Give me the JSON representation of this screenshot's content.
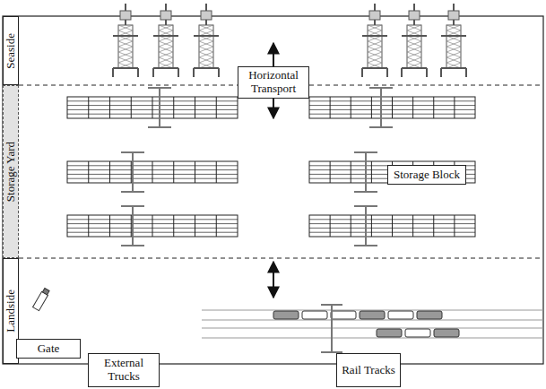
{
  "diagram": {
    "nodes": [
      {
        "text": [
          "Seaside"
        ]
      },
      {
        "text": [
          "Storage Yard"
        ]
      },
      {
        "text": [
          "Landside"
        ]
      },
      {
        "text": [
          "Horizontal Transport"
        ]
      },
      {
        "text": [
          "Storage Block"
        ]
      },
      {
        "text": [
          "Gate"
        ]
      },
      {
        "text": [
          "External Trucks"
        ]
      },
      {
        "text": [
          "Rail Tracks"
        ]
      }
    ]
  }
}
